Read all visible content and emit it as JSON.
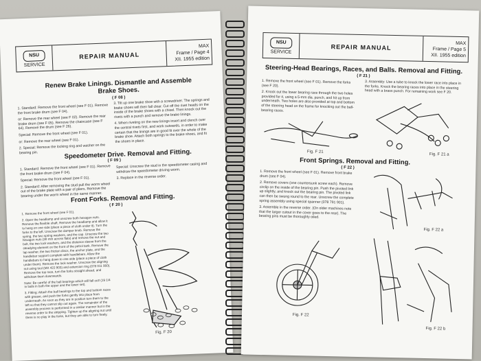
{
  "left_page": {
    "header": {
      "service": "SERVICE",
      "title": "REPAIR MANUAL",
      "model": "MAX",
      "page": "Frame / Page 4",
      "edition": "XII. 1955 edition"
    },
    "sections": [
      {
        "title": "Renew Brake Linings. Dismantle and Assemble Brake Shoes.",
        "code": "( F 08 )"
      },
      {
        "title": "Speedometer Drive. Removal and Fitting.",
        "code": "( F 09 )"
      },
      {
        "title": "Front Forks. Removal and Fitting.",
        "code": "( F 20 )"
      }
    ],
    "col1": [
      "1. Standard: Remove the front wheel (see F 01). Remove the front brake drum (see F 04).",
      "or: Remove the rear wheel (see F 02). Remove the rear brake drum (see F 05). Remove the chaincase (see F 64). Remove the drum (see F 26).",
      "Special: Remove the front wheel (see F 01).",
      "or: Remove the rear wheel (see F 01).",
      "2. Special: Remove the locking ring and washer on the bearing pin."
    ],
    "col2": [
      "3. Tilt up one brake shoe with a screwdriver. The springs and brake shoes will then fall clear. Cut off the rivet heads on the inside of the brake shoes with a chisel. Then knock out the rivets with a punch and remove the brake linings.",
      "4. When riveting on the new linings insert and clench over the central rivets first, and work outwards, in order to make certain that the linings are in good fit over the whole of the brake shoe. Attach both springs to the brake shoes, and fit the shoes in place."
    ],
    "speedo_col1": [
      "1. Standard: Remove the front wheel (see F 01). Remove the front brake drum (see F 04).",
      "Special: Remove the front wheel (see F 01).",
      "2. Standard: After removing the stud pull the worm wheel out of the brake plate with a pair of pliers. Remove the bearing under the worm wheel in the same manner."
    ],
    "speedo_col2": [
      "Special: Unscrew the stud in the speedometer casing and withdraw the speedometer driving worm.",
      "3. Replace in the reverse order."
    ],
    "forks_col": [
      "1. Remove the front wheel (see F 01).",
      "2. Open the headlamp and unscrew both hexagon nuts. Remove the flexible shaft. Remove the headlamp and allow it to hang on one side (place a piece of cloth under it). Turn the forks to the left. Unscrew the damper knob. Remove the spring, the two spring washers, and the cap. Unscrew the two hexagon nuts (30 mm across flats) and remove the nut and bolt, the two lock washers, and the distance sleeve from the steadying element on the front of the petrol tank. Remove the lap washer, the two friction discs, the anchor plate, and the handlebar support complete with handlebars. Allow the handlebars to hang down to one side (place a piece of cloth under them). Remove the lock washer. Unscrew the aligning nut using tool (MX 422 903) and extension ring (078 011 950). Remove the top race, turn the forks straight ahead, and withdraw them downwards.",
      "Note: Be careful of the ball bearings which will fall out! (19 1/4 in balls in both the upper and the lower set).",
      "3. Fitting: Attach the ball bearings to the top and bottom races with grease, and push the forks gently into place from underneath. As soon as they are in position turn them to the left so that they cannot slip out again. The remainder of the assembly process is performed in a similar manner but in the reverse order to the stripping. Tighten up the aligning nut until there is no play in the forks, but they are able to turn freely."
    ],
    "figure": "Fig. F 20"
  },
  "right_page": {
    "header": {
      "service": "SERVICE",
      "title": "REPAIR MANUAL",
      "model": "MAX",
      "page": "Frame / Page 5",
      "edition": "XII. 1955 edition"
    },
    "sections": [
      {
        "title": "Steering-Head Bearings, Races, and Balls. Removal and Fitting.",
        "code": "( F 21 )"
      },
      {
        "title": "Front Springs. Removal and Fitting.",
        "code": "( F 22 )"
      }
    ],
    "steer_col1": [
      "1. Remove the front wheel (see F 01). Remove the forks (see F 20).",
      "2. Knock out the lower bearing race through the two holes provided for it, using a 5-mm dia. punch, and hit up from underneath. Two holes are also provided at top and bottom of the steering head on the frame for knocking out the ball-bearing races."
    ],
    "steer_col2": [
      "3. Assembly: Use a tube to knock the lower race into place in the forks. Knock the bearing races into place in the steering head with a brass punch. For remaining work see F 20."
    ],
    "springs_col": [
      "1. Remove the front wheel (see F 01). Remove front brake drum (see F 04).",
      "2. Remove covers (one countersunk screw each). Remove circlip on the inside of the bearing pin. Push the pivoted link up slightly, and knock out the bearing pin. The pivoted link can then be swung round to the rear. Unscrew the complete spring assembly using special spanner (078 791 901).",
      "3. Assemble in the reverse order. (On older machines note that the larger cutout in the cover goes to the rear). The bearing pins must be thoroughly oiled."
    ],
    "figures": {
      "f21": "Fig. F 21",
      "f21a": "Fig. F 21 a",
      "f22": "Fig. F 22",
      "f22a": "Fig. F 22 a",
      "f22b": "Fig. F 22 b"
    }
  }
}
